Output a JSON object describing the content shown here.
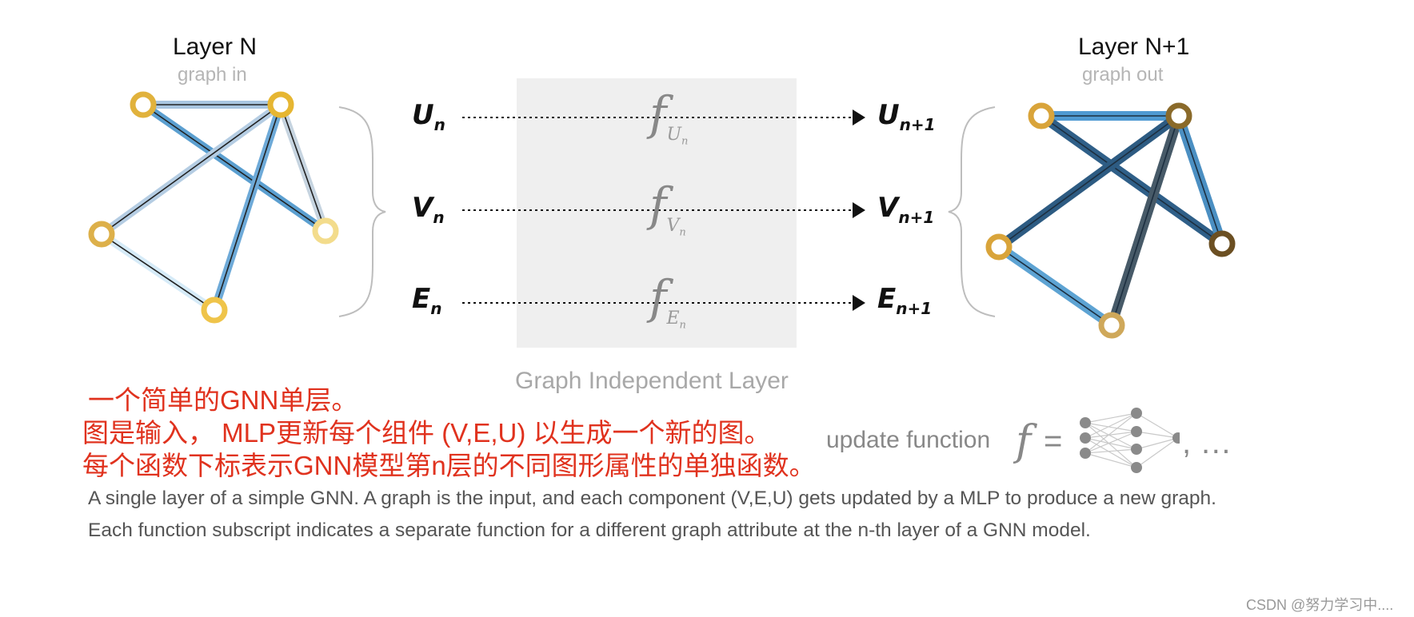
{
  "left_graph": {
    "title": "Layer N",
    "subtitle": "graph in"
  },
  "right_graph": {
    "title": "Layer N+1",
    "subtitle": "graph out"
  },
  "inputs": [
    {
      "base": "U",
      "sub": "n"
    },
    {
      "base": "V",
      "sub": "n"
    },
    {
      "base": "E",
      "sub": "n"
    }
  ],
  "outputs": [
    {
      "base": "U",
      "sub": "n+1"
    },
    {
      "base": "V",
      "sub": "n+1"
    },
    {
      "base": "E",
      "sub": "n+1"
    }
  ],
  "functions": [
    {
      "f": "f",
      "sub_base": "U",
      "sub_sub": "n"
    },
    {
      "f": "f",
      "sub_base": "V",
      "sub_sub": "n"
    },
    {
      "f": "f",
      "sub_base": "E",
      "sub_sub": "n"
    }
  ],
  "center_title": "Graph Independent Layer",
  "chinese_notes": [
    "一个简单的GNN单层。",
    "图是输入， MLP更新每个组件 (V,E,U) 以生成一个新的图。",
    "每个函数下标表示GNN模型第n层的不同图形属性的单独函数。"
  ],
  "update_function": {
    "label": "update function",
    "symbol": "f",
    "equals": "=",
    "trailing": ", …"
  },
  "caption": "A single layer of a simple GNN. A graph is the input, and each component (V,E,U) gets updated by a MLP to produce a new graph. Each function subscript indicates a separate function for a different graph attribute at the n-th layer of a GNN model.",
  "watermark": "CSDN @努力学习中....",
  "colors": {
    "node_gold": "#e1b23c",
    "edge_blue": "#5b9fd0",
    "edge_dark": "#2d5b82",
    "red_text": "#e0321e",
    "box_gray": "#efefef"
  }
}
